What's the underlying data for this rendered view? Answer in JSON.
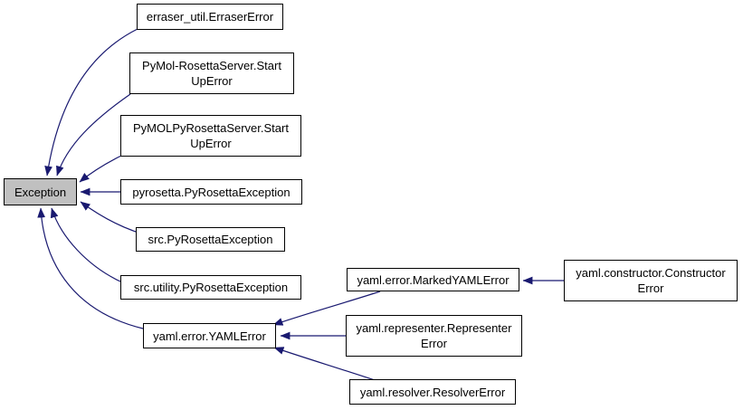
{
  "diagram": {
    "kind": "class-inheritance-graph",
    "colors": {
      "edge": "#191970",
      "node_border": "#000000",
      "node_fill": "#ffffff",
      "highlight_node_fill": "#c0c0c0",
      "background": "#ffffff",
      "text": "#000000"
    },
    "nodes": {
      "exception": {
        "lines": [
          "Exception"
        ],
        "highlighted": true
      },
      "erraser": {
        "lines": [
          "erraser_util.ErraserError"
        ]
      },
      "pymol_rosetta": {
        "lines": [
          "PyMol-RosettaServer.Start",
          "UpError"
        ]
      },
      "pymolpy_rosetta": {
        "lines": [
          "PyMOLPyRosettaServer.Start",
          "UpError"
        ]
      },
      "pyrosetta": {
        "lines": [
          "pyrosetta.PyRosettaException"
        ]
      },
      "src_py": {
        "lines": [
          "src.PyRosettaException"
        ]
      },
      "src_utility": {
        "lines": [
          "src.utility.PyRosettaException"
        ]
      },
      "yaml_error": {
        "lines": [
          "yaml.error.YAMLError"
        ]
      },
      "yaml_marked": {
        "lines": [
          "yaml.error.MarkedYAMLError"
        ]
      },
      "yaml_representer": {
        "lines": [
          "yaml.representer.Representer",
          "Error"
        ]
      },
      "yaml_resolver": {
        "lines": [
          "yaml.resolver.ResolverError"
        ]
      },
      "yaml_constructor": {
        "lines": [
          "yaml.constructor.Constructor",
          "Error"
        ]
      }
    },
    "edges": [
      {
        "from": "erraser_util.ErraserError",
        "to": "Exception"
      },
      {
        "from": "PyMol-RosettaServer.StartUpError",
        "to": "Exception"
      },
      {
        "from": "PyMOLPyRosettaServer.StartUpError",
        "to": "Exception"
      },
      {
        "from": "pyrosetta.PyRosettaException",
        "to": "Exception"
      },
      {
        "from": "src.PyRosettaException",
        "to": "Exception"
      },
      {
        "from": "src.utility.PyRosettaException",
        "to": "Exception"
      },
      {
        "from": "yaml.error.YAMLError",
        "to": "Exception"
      },
      {
        "from": "yaml.error.MarkedYAMLError",
        "to": "yaml.error.YAMLError"
      },
      {
        "from": "yaml.representer.RepresenterError",
        "to": "yaml.error.YAMLError"
      },
      {
        "from": "yaml.resolver.ResolverError",
        "to": "yaml.error.YAMLError"
      },
      {
        "from": "yaml.constructor.ConstructorError",
        "to": "yaml.error.MarkedYAMLError"
      }
    ]
  }
}
